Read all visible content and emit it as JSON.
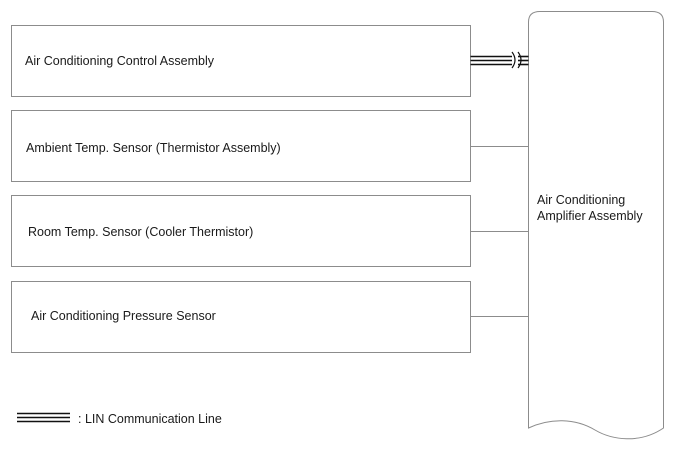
{
  "components": {
    "ac_control_assembly": "Air Conditioning Control Assembly",
    "ambient_temp_sensor": "Ambient Temp. Sensor (Thermistor Assembly)",
    "room_temp_sensor": "Room Temp. Sensor (Cooler Thermistor)",
    "pressure_sensor": "Air Conditioning Pressure Sensor"
  },
  "amplifier": {
    "line1": "Air Conditioning",
    "line2": "Amplifier Assembly"
  },
  "legend": {
    "lin_line": ": LIN Communication Line"
  }
}
